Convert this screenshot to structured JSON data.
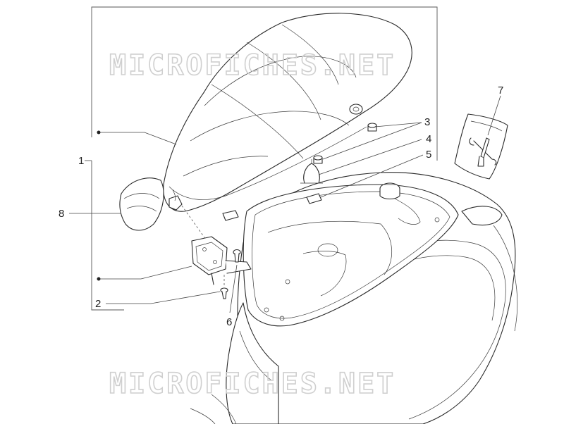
{
  "watermark": {
    "top": "MICROFICHES.NET",
    "bottom": "MICROFICHES.NET"
  },
  "callouts": {
    "c1": "1",
    "c2": "2",
    "c3": "3",
    "c4": "4",
    "c5": "5",
    "c6": "6",
    "c7": "7",
    "c8": "8"
  },
  "colors": {
    "line": "#2a2a2a",
    "watermark": "#cfcfcf",
    "background": "#ffffff"
  }
}
